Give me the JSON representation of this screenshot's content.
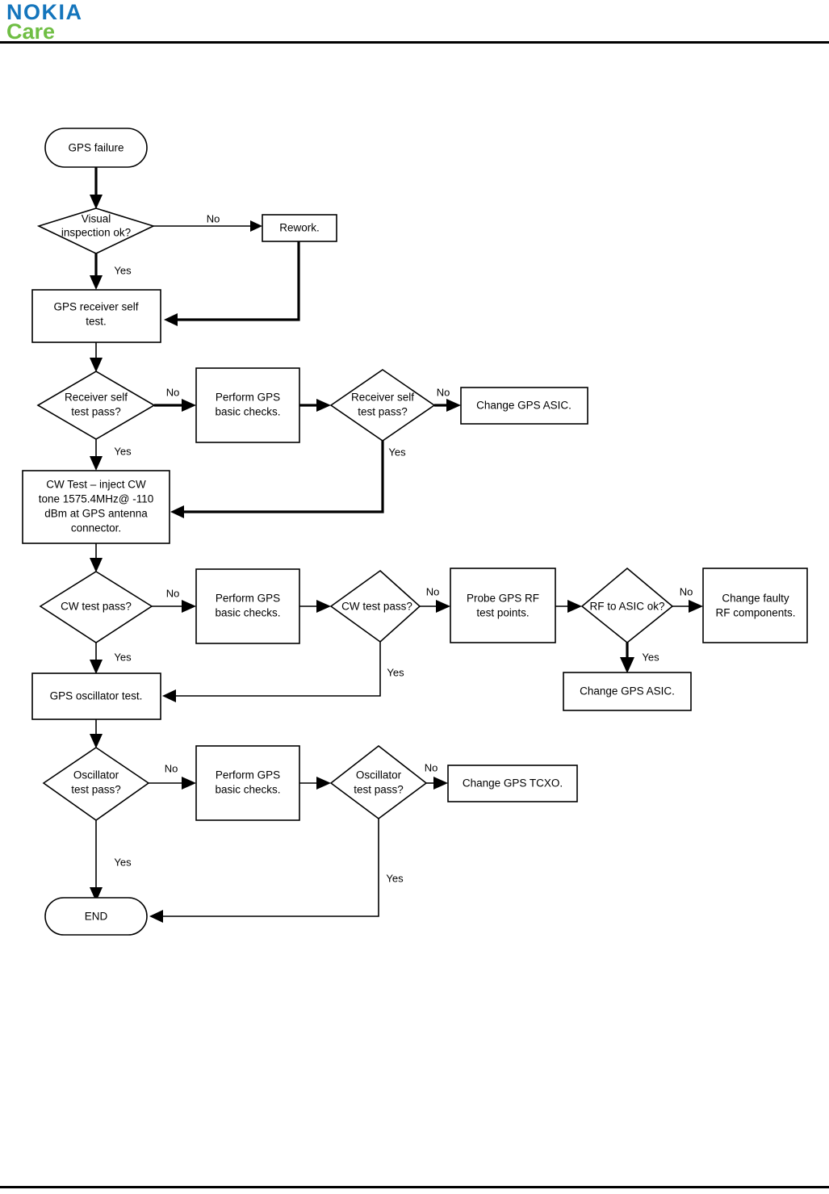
{
  "document": {
    "brand_line_1": "NOKIA",
    "brand_line_2": "Care",
    "brand_color_nokia": "#1475BC",
    "brand_color_care": "#6FBE44"
  },
  "flowchart": {
    "type": "flowchart",
    "nodes": [
      {
        "id": "start",
        "kind": "terminator",
        "label": "GPS failure"
      },
      {
        "id": "visual",
        "kind": "decision",
        "label": "Visual inspection ok?"
      },
      {
        "id": "rework",
        "kind": "process",
        "label": "Rework."
      },
      {
        "id": "rx_self",
        "kind": "process",
        "label": "GPS receiver self test."
      },
      {
        "id": "rx_pass_1",
        "kind": "decision",
        "label": "Receiver self test pass?"
      },
      {
        "id": "basic_1",
        "kind": "process",
        "label": "Perform GPS basic checks."
      },
      {
        "id": "rx_pass_2",
        "kind": "decision",
        "label": "Receiver self test pass?"
      },
      {
        "id": "asic_1",
        "kind": "process",
        "label": "Change GPS ASIC."
      },
      {
        "id": "cw_test",
        "kind": "process",
        "label": "CW Test – inject CW tone 1575.4MHz@ -110 dBm at GPS antenna connector."
      },
      {
        "id": "cw_pass_1",
        "kind": "decision",
        "label": "CW test pass?"
      },
      {
        "id": "basic_2",
        "kind": "process",
        "label": "Perform GPS basic checks."
      },
      {
        "id": "cw_pass_2",
        "kind": "decision",
        "label": "CW test pass?"
      },
      {
        "id": "probe_rf",
        "kind": "process",
        "label": "Probe GPS RF test points."
      },
      {
        "id": "rf_asic_ok",
        "kind": "decision",
        "label": "RF to ASIC ok?"
      },
      {
        "id": "rf_change",
        "kind": "process",
        "label": "Change faulty RF components."
      },
      {
        "id": "asic_2",
        "kind": "process",
        "label": "Change GPS ASIC."
      },
      {
        "id": "osc_test",
        "kind": "process",
        "label": "GPS oscillator test."
      },
      {
        "id": "osc_pass_1",
        "kind": "decision",
        "label": "Oscillator test pass?"
      },
      {
        "id": "basic_3",
        "kind": "process",
        "label": "Perform GPS basic checks."
      },
      {
        "id": "osc_pass_2",
        "kind": "decision",
        "label": "Oscillator test pass?"
      },
      {
        "id": "tcxo",
        "kind": "process",
        "label": "Change GPS TCXO."
      },
      {
        "id": "end",
        "kind": "terminator",
        "label": "END"
      }
    ],
    "node_text": {
      "start": "GPS failure",
      "visual_l1": "Visual",
      "visual_l2": "inspection ok?",
      "rework": "Rework.",
      "rx_self_l1": "GPS receiver self",
      "rx_self_l2": "test.",
      "rx_pass_1_l1": "Receiver self",
      "rx_pass_1_l2": "test pass?",
      "basic_1_l1": "Perform GPS",
      "basic_1_l2": "basic checks.",
      "rx_pass_2_l1": "Receiver self",
      "rx_pass_2_l2": "test pass?",
      "asic_1": "Change GPS ASIC.",
      "cw_test_l1": "CW Test – inject CW",
      "cw_test_l2": "tone 1575.4MHz@ -110",
      "cw_test_l3": "dBm at GPS antenna",
      "cw_test_l4": "connector.",
      "cw_pass_1": "CW test pass?",
      "basic_2_l1": "Perform GPS",
      "basic_2_l2": "basic checks.",
      "cw_pass_2": "CW test pass?",
      "probe_rf_l1": "Probe GPS RF",
      "probe_rf_l2": "test points.",
      "rf_asic_ok": "RF to ASIC ok?",
      "rf_change_l1": "Change faulty",
      "rf_change_l2": "RF components.",
      "asic_2": "Change GPS ASIC.",
      "osc_test": "GPS oscillator test.",
      "osc_pass_1_l1": "Oscillator",
      "osc_pass_1_l2": "test pass?",
      "basic_3_l1": "Perform GPS",
      "basic_3_l2": "basic checks.",
      "osc_pass_2_l1": "Oscillator",
      "osc_pass_2_l2": "test pass?",
      "tcxo": "Change GPS TCXO.",
      "end": "END"
    },
    "edges": [
      {
        "id": "e1",
        "from": "start",
        "to": "visual",
        "label": ""
      },
      {
        "id": "e2",
        "from": "visual",
        "to": "rework",
        "label": "No"
      },
      {
        "id": "e3",
        "from": "visual",
        "to": "rx_self",
        "label": "Yes"
      },
      {
        "id": "e4",
        "from": "rework",
        "to": "rx_self",
        "label": ""
      },
      {
        "id": "e5",
        "from": "rx_self",
        "to": "rx_pass_1",
        "label": ""
      },
      {
        "id": "e6",
        "from": "rx_pass_1",
        "to": "basic_1",
        "label": "No"
      },
      {
        "id": "e7",
        "from": "rx_pass_1",
        "to": "cw_test",
        "label": "Yes"
      },
      {
        "id": "e8",
        "from": "basic_1",
        "to": "rx_pass_2",
        "label": ""
      },
      {
        "id": "e9",
        "from": "rx_pass_2",
        "to": "asic_1",
        "label": "No"
      },
      {
        "id": "e10",
        "from": "rx_pass_2",
        "to": "cw_test",
        "label": "Yes"
      },
      {
        "id": "e11",
        "from": "cw_test",
        "to": "cw_pass_1",
        "label": ""
      },
      {
        "id": "e12",
        "from": "cw_pass_1",
        "to": "basic_2",
        "label": "No"
      },
      {
        "id": "e13",
        "from": "cw_pass_1",
        "to": "osc_test",
        "label": "Yes"
      },
      {
        "id": "e14",
        "from": "basic_2",
        "to": "cw_pass_2",
        "label": ""
      },
      {
        "id": "e15",
        "from": "cw_pass_2",
        "to": "probe_rf",
        "label": "No"
      },
      {
        "id": "e16",
        "from": "cw_pass_2",
        "to": "osc_test",
        "label": "Yes"
      },
      {
        "id": "e17",
        "from": "probe_rf",
        "to": "rf_asic_ok",
        "label": ""
      },
      {
        "id": "e18",
        "from": "rf_asic_ok",
        "to": "rf_change",
        "label": "No"
      },
      {
        "id": "e19",
        "from": "rf_asic_ok",
        "to": "asic_2",
        "label": "Yes"
      },
      {
        "id": "e20",
        "from": "osc_test",
        "to": "osc_pass_1",
        "label": ""
      },
      {
        "id": "e21",
        "from": "osc_pass_1",
        "to": "basic_3",
        "label": "No"
      },
      {
        "id": "e22",
        "from": "osc_pass_1",
        "to": "end",
        "label": "Yes"
      },
      {
        "id": "e23",
        "from": "basic_3",
        "to": "osc_pass_2",
        "label": ""
      },
      {
        "id": "e24",
        "from": "osc_pass_2",
        "to": "tcxo",
        "label": "No"
      },
      {
        "id": "e25",
        "from": "osc_pass_2",
        "to": "end",
        "label": "Yes"
      }
    ],
    "edge_labels": {
      "visual_no": "No",
      "visual_yes": "Yes",
      "rx1_no": "No",
      "rx1_yes": "Yes",
      "rx2_no": "No",
      "rx2_yes": "Yes",
      "cw1_no": "No",
      "cw1_yes": "Yes",
      "cw2_no": "No",
      "cw2_yes": "Yes",
      "rf_no": "No",
      "rf_yes": "Yes",
      "osc1_no": "No",
      "osc1_yes": "Yes",
      "osc2_no": "No",
      "osc2_yes": "Yes"
    }
  }
}
